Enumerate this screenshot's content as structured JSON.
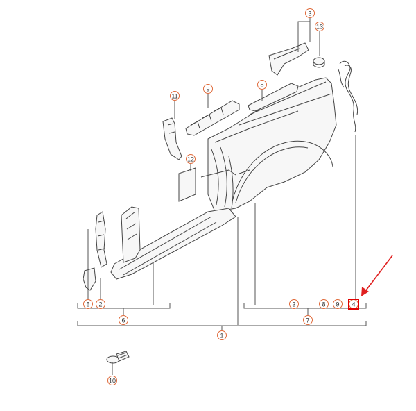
{
  "callouts": {
    "c3_top": "3",
    "c13": "13",
    "c11": "11",
    "c9_top": "9",
    "c8_top": "8",
    "c12": "12",
    "c5": "5",
    "c2": "2",
    "c6": "6",
    "c3_bottom": "3",
    "c8_bottom": "8",
    "c9_bottom": "9",
    "c4": "4",
    "c7": "7",
    "c1": "1",
    "c10": "10"
  },
  "colors": {
    "callout_ring": "#e06a3a",
    "highlight": "#e00000",
    "arrow": "#e02020"
  }
}
